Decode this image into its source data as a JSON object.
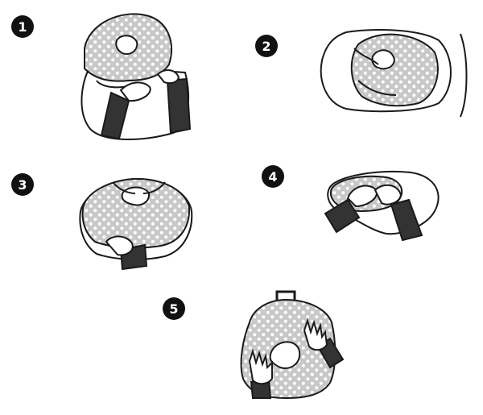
{
  "steps": [
    {
      "number": "1"
    },
    {
      "number": "2"
    },
    {
      "number": "3"
    },
    {
      "number": "4"
    },
    {
      "number": "5"
    }
  ],
  "colors": {
    "fabric": "#c8c8c8",
    "dots": "#ffffff",
    "outline": "#1a1a1a",
    "sleeve": "#333333",
    "badge": "#111111",
    "background": "#ffffff"
  },
  "icons": [
    "hand-icon",
    "sleeve-icon",
    "pillow-icon",
    "cushion-cover-icon",
    "carry-handle-icon"
  ]
}
